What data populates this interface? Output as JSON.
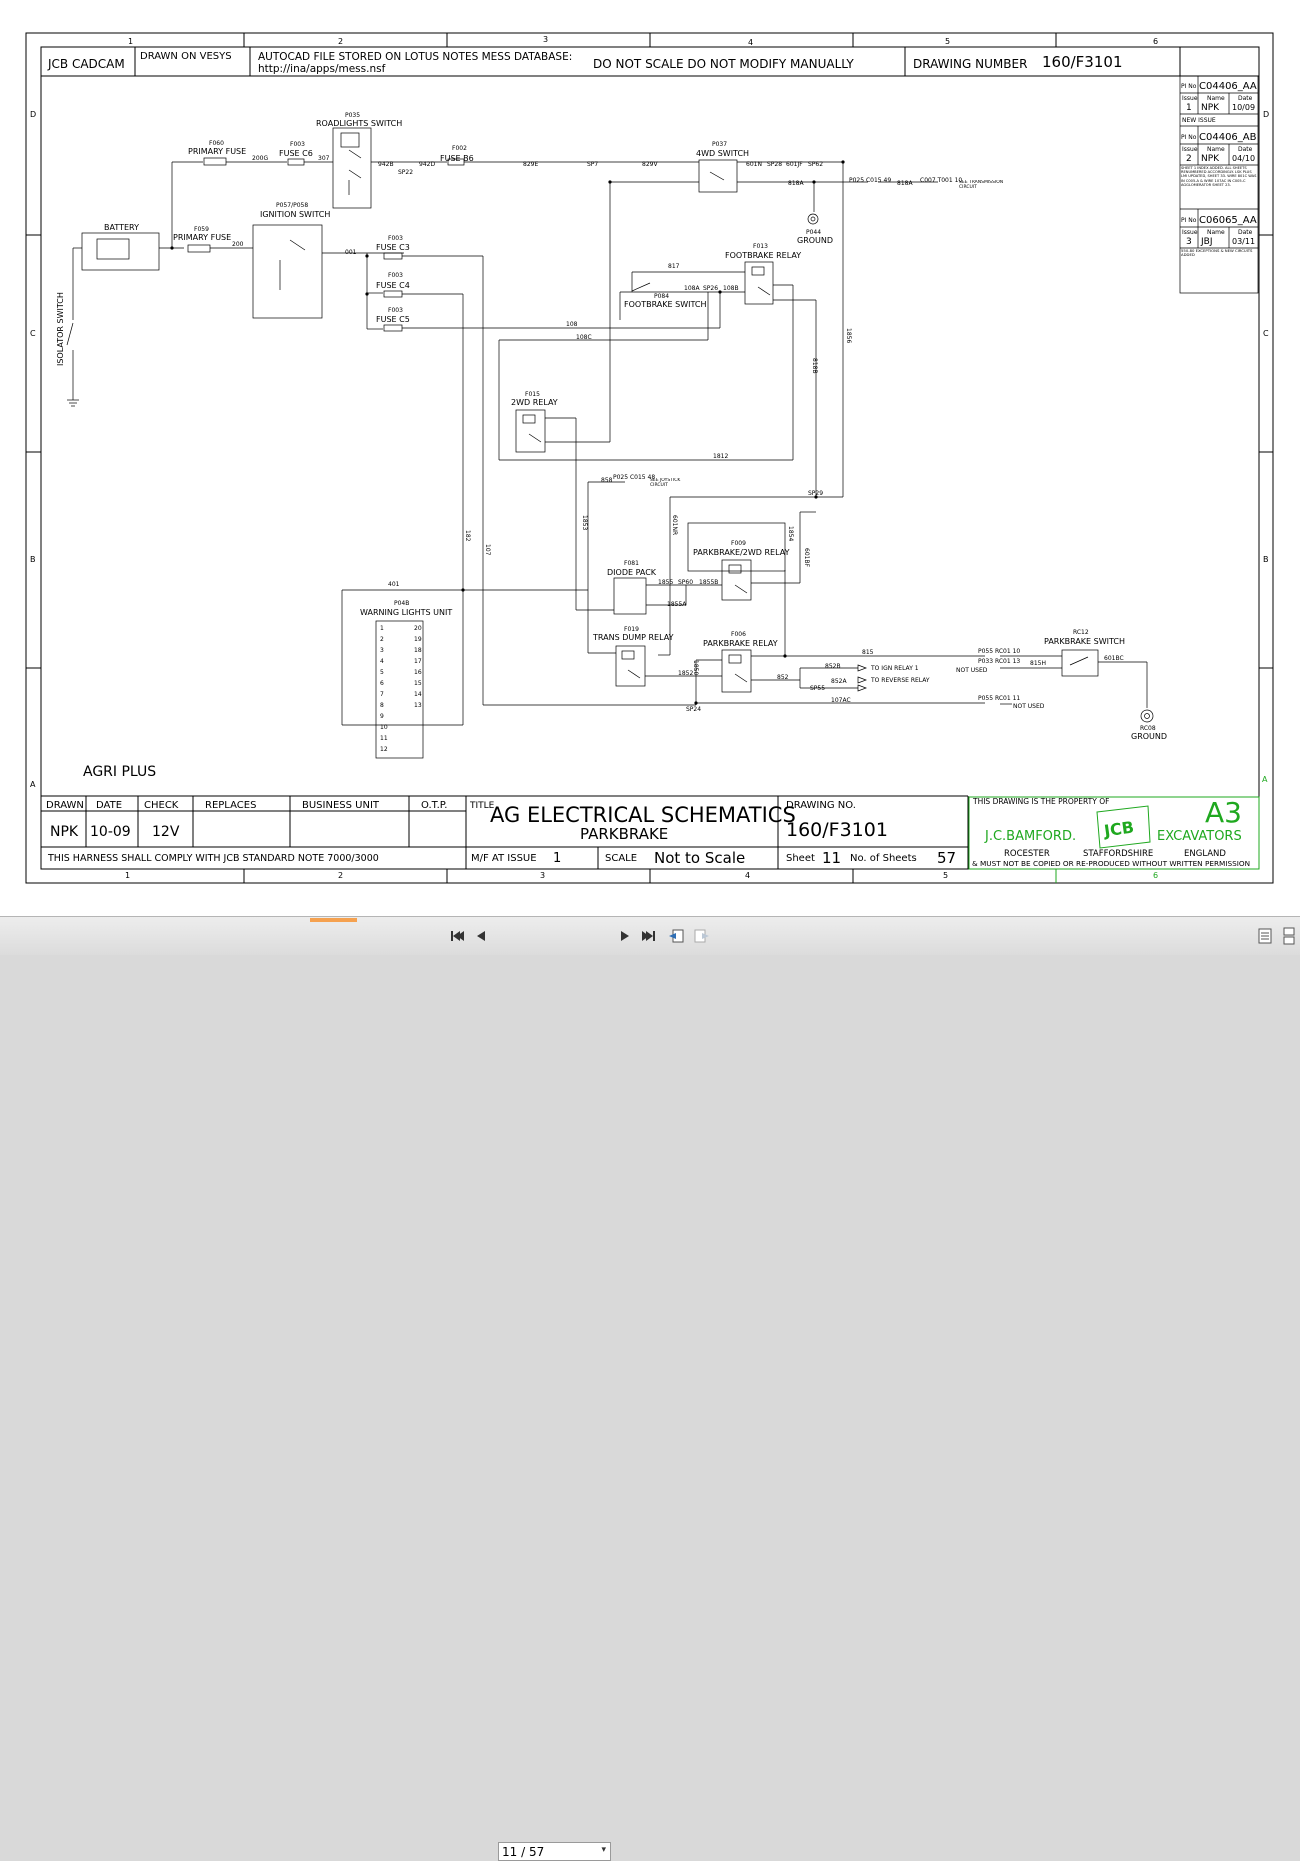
{
  "zones": {
    "cols": [
      "1",
      "2",
      "3",
      "4",
      "5",
      "6"
    ],
    "rows": [
      "D",
      "C",
      "B",
      "A"
    ]
  },
  "header": {
    "company": "JCB CADCAM",
    "drawn_on": "DRAWN ON VESYS",
    "autocad_line1": "AUTOCAD FILE STORED ON LOTUS NOTES MESS DATABASE:",
    "autocad_line2": "http://ina/apps/mess.nsf",
    "do_not_scale": "DO NOT SCALE DO NOT MODIFY MANUALLY",
    "drawing_number_label": "DRAWING NUMBER",
    "drawing_number": "160/F3101"
  },
  "revisions": [
    {
      "pi_label": "PI No",
      "pi": "C04406_AA",
      "issue_label": "Issue",
      "issue": "1",
      "name_label": "Name",
      "name": "NPK",
      "date_label": "Date",
      "date": "10/09",
      "note": "NEW ISSUE"
    },
    {
      "pi_label": "PI No",
      "pi": "C04406_AB",
      "issue_label": "Issue",
      "issue": "2",
      "name_label": "Name",
      "name": "NPK",
      "date_label": "Date",
      "date": "04/10",
      "note": "SHEET 1 INDEX ADDED. ALL SHEETS RENUMBERED ACCORDINGLY. LSK PLUS LMI UPDATED, SHEET 33. WIRE 801C WAS IN C005-A & WIRE 107AC IN C005-C AGGLOMERATOR SHEET 23."
    },
    {
      "pi_label": "PI No",
      "pi": "C06065_AA",
      "issue_label": "Issue",
      "issue": "3",
      "name_label": "Name",
      "name": "JBJ",
      "date_label": "Date",
      "date": "03/11",
      "note": "550-80 EXCEPTIONS & NEW CIRCUITS ADDED"
    }
  ],
  "components": {
    "battery": "BATTERY",
    "isolator": "ISOLATOR SWITCH",
    "f059_ref": "F059",
    "f059": "PRIMARY FUSE",
    "f060_ref": "F060",
    "f060": "PRIMARY FUSE",
    "f003c6_ref": "F003",
    "f003c6": "FUSE C6",
    "roadlights_ref": "P035",
    "roadlights": "ROADLIGHTS SWITCH",
    "ignition_ref": "P057/P058",
    "ignition": "IGNITION SWITCH",
    "f002_ref": "F002",
    "f002": "FUSE B6",
    "fuse_c3_ref": "F003",
    "fuse_c3": "FUSE C3",
    "fuse_c4_ref": "F003",
    "fuse_c4": "FUSE C4",
    "fuse_c5_ref": "F003",
    "fuse_c5": "FUSE C5",
    "wd4_ref": "P037",
    "wd4": "4WD SWITCH",
    "ground1_ref": "P044",
    "ground1": "GROUND",
    "footbrake_relay_ref": "F013",
    "footbrake_relay": "FOOTBRAKE RELAY",
    "footbrake_switch_ref": "P084",
    "footbrake_switch": "FOOTBRAKE SWITCH",
    "wd2_relay_ref": "F015",
    "wd2_relay": "2WD RELAY",
    "pb2wd_ref": "F009",
    "pb2wd": "PARKBRAKE/2WD RELAY",
    "diode_ref": "F081",
    "diode": "DIODE PACK",
    "transdump_ref": "F019",
    "transdump": "TRANS DUMP RELAY",
    "pbrelay_ref": "F006",
    "pbrelay": "PARKBRAKE RELAY",
    "wlu_ref": "P04B",
    "wlu": "WARNING LIGHTS UNIT",
    "pbswitch_ref": "RC12",
    "pbswitch": "PARKBRAKE SWITCH",
    "ground2_ref": "RC08",
    "ground2": "GROUND",
    "see_transmission": "SEE TRANSMISSION CIRCUIT",
    "see_joystick": "SEE JOYSTICK CIRCUIT",
    "to_ign_relay": "TO IGN RELAY 1",
    "to_reverse_relay": "TO REVERSE RELAY",
    "not_used": "NOT USED",
    "not_used2": "NOT USED"
  },
  "wires": [
    "200G",
    "307",
    "942B",
    "SP22",
    "942D",
    "829E",
    "SP7",
    "829V",
    "601N",
    "SP28",
    "601JF",
    "SP62",
    "818A",
    "P025 C015 49",
    "818A",
    "C007 T001 10",
    "001",
    "200",
    "817",
    "108A",
    "SP26",
    "108B",
    "108",
    "108C",
    "1812",
    "858",
    "P025 C015 48",
    "1855",
    "SP60",
    "1855B",
    "1855A",
    "1852",
    "852",
    "852A",
    "852B",
    "SP55",
    "SP24",
    "107AC",
    "815",
    "815H",
    "601BC",
    "P055 RC01 10",
    "P033 RC01 13",
    "P055 RC01 11",
    "401",
    "182",
    "107",
    "1812",
    "SP29",
    "1854",
    "601NR",
    "1850",
    "818B",
    "1853",
    "601BF",
    "1856"
  ],
  "agri_plus": "AGRI PLUS",
  "titleblock": {
    "drawn_label": "DRAWN",
    "drawn": "NPK",
    "date_label": "DATE",
    "date": "10-09",
    "check_label": "CHECK",
    "check": "12V",
    "replaces_label": "REPLACES",
    "business_unit_label": "BUSINESS UNIT",
    "otp_label": "O.T.P.",
    "title_label": "TITLE",
    "title": "AG ELECTRICAL SCHEMATICS",
    "subtitle": "PARKBRAKE",
    "drawing_no_label": "DRAWING NO.",
    "drawing_no": "160/F3101",
    "property": "THIS DRAWING IS THE PROPERTY OF",
    "size": "A3",
    "company_left": "J.C.BAMFORD.",
    "company_right": "EXCAVATORS",
    "logo": "JCB",
    "loc1": "ROCESTER",
    "loc2": "STAFFORDSHIRE",
    "loc3": "ENGLAND",
    "copy_notice": "& MUST NOT BE COPIED OR RE-PRODUCED WITHOUT WRITTEN PERMISSION",
    "comply": "THIS HARNESS SHALL COMPLY WITH JCB STANDARD NOTE 7000/3000",
    "mf_label": "M/F AT ISSUE",
    "mf": "1",
    "scale_label": "SCALE",
    "scale": "Not to Scale",
    "sheet_label": "Sheet",
    "sheet": "11",
    "nsheets_label": "No. of Sheets",
    "nsheets": "57",
    "green_a": "A",
    "green_6": "6"
  },
  "viewer": {
    "page_value": "11 / 57",
    "dropdown_arrow": "▾",
    "icons": [
      "first-page-icon",
      "prev-page-icon",
      "next-page-icon",
      "last-page-icon",
      "prev-view-icon",
      "next-view-icon",
      "single-page-icon",
      "continuous-icon"
    ],
    "accent": "#f5a14f"
  }
}
